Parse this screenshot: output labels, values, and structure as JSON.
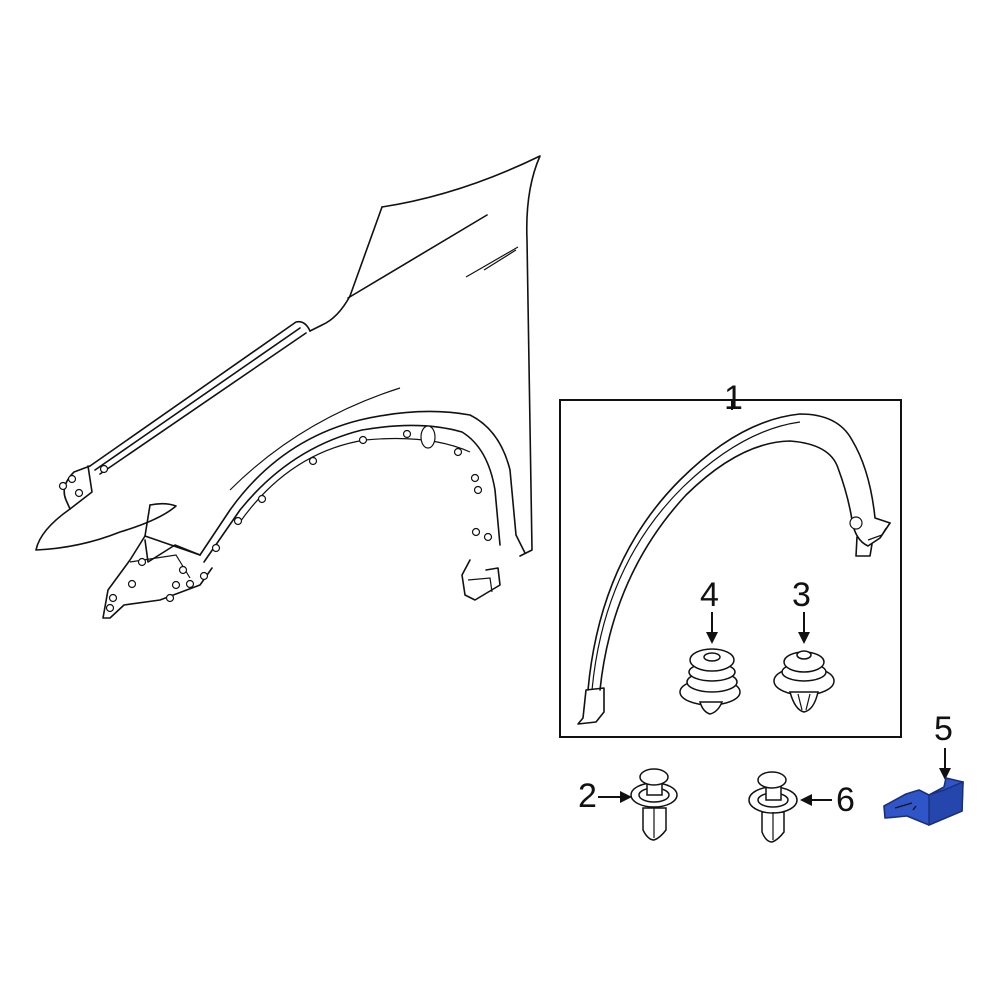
{
  "diagram": {
    "type": "exploded parts diagram",
    "subject": "Front fender and wheel opening molding",
    "callouts": [
      {
        "id": "1",
        "label": "1",
        "part": "wheel-opening-molding"
      },
      {
        "id": "2",
        "label": "2",
        "part": "push-clip"
      },
      {
        "id": "3",
        "label": "3",
        "part": "grommet-clip"
      },
      {
        "id": "4",
        "label": "4",
        "part": "grommet-clip"
      },
      {
        "id": "5",
        "label": "5",
        "part": "bracket",
        "highlighted": true
      },
      {
        "id": "6",
        "label": "6",
        "part": "push-clip"
      }
    ],
    "colors": {
      "line": "#111111",
      "background": "#ffffff",
      "highlight": "#2f55c9"
    }
  }
}
